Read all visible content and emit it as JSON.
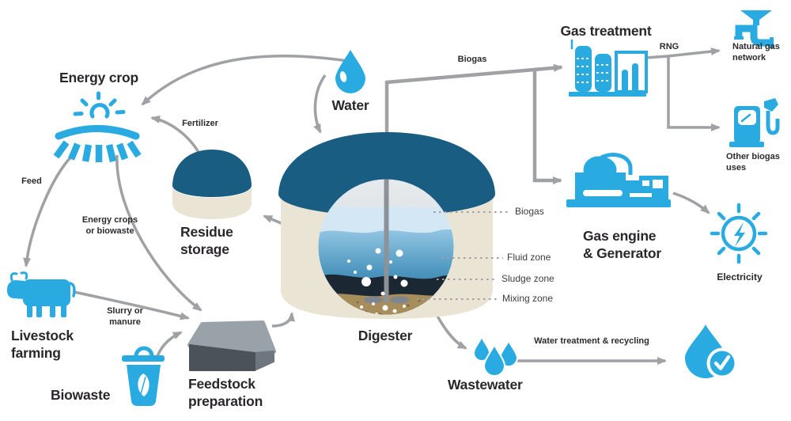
{
  "nodes": {
    "energy_crop": {
      "label": "Energy crop"
    },
    "water": {
      "label": "Water"
    },
    "gas_treatment": {
      "label": "Gas treatment"
    },
    "natural_gas_network": {
      "lines": [
        "Natural gas",
        "network"
      ]
    },
    "other_biogas_uses": {
      "lines": [
        "Other biogas",
        "uses"
      ]
    },
    "gas_engine": {
      "lines": [
        "Gas engine",
        "& Generator"
      ]
    },
    "electricity": {
      "label": "Electricity"
    },
    "residue_storage": {
      "lines": [
        "Residue",
        "storage"
      ]
    },
    "digester": {
      "label": "Digester"
    },
    "livestock_farming": {
      "lines": [
        "Livestock",
        "farming"
      ]
    },
    "biowaste": {
      "label": "Biowaste"
    },
    "feedstock_preparation": {
      "lines": [
        "Feedstock",
        "preparation"
      ]
    },
    "wastewater": {
      "label": "Wastewater"
    }
  },
  "flows": {
    "feed": "Feed",
    "fertilizer": "Fertilizer",
    "energy_crops_or_biowaste": {
      "lines": [
        "Energy crops",
        "or biowaste"
      ]
    },
    "slurry_or_manure": {
      "lines": [
        "Slurry or",
        "manure"
      ]
    },
    "biogas": "Biogas",
    "rng": "RNG",
    "water_treatment": "Water treatment & recycling"
  },
  "digester_zones": {
    "biogas": "Biogas",
    "fluid": "Fluid zone",
    "sludge": "Sludge zone",
    "mixing": "Mixing zone"
  },
  "palette": {
    "icon_blue": "#29ABE2",
    "dome_teal": "#195D82",
    "tank_cream": "#EAE4D4",
    "arrow_gray": "#9FA1A4",
    "heading_text": "#29272A",
    "sludge_navy": "#1B2833",
    "mixing_sand": "#A78D5B",
    "hopper_dark": "#4A525A",
    "hopper_light": "#99A1A9"
  }
}
